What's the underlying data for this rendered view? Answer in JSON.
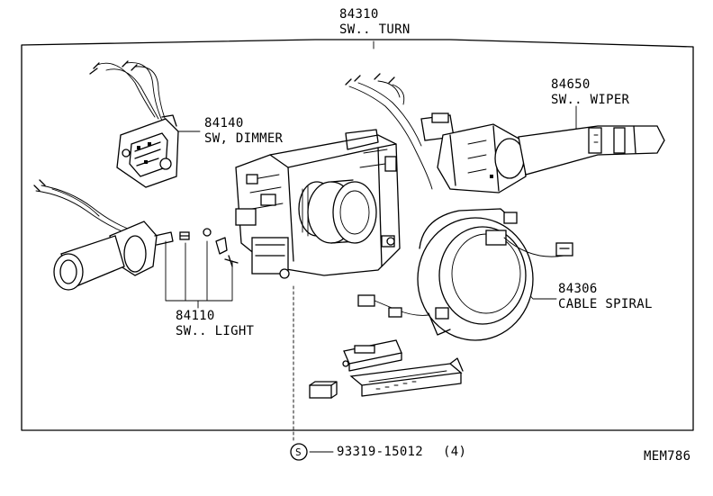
{
  "parts": {
    "turn": {
      "number": "84310",
      "name": "SW.. TURN"
    },
    "dimmer": {
      "number": "84140",
      "name": "SW, DIMMER"
    },
    "wiper": {
      "number": "84650",
      "name": "SW.. WIPER"
    },
    "light": {
      "number": "84110",
      "name": "SW.. LIGHT"
    },
    "cable": {
      "number": "84306",
      "name": "CABLE SPIRAL"
    },
    "screw": {
      "symbol": "S",
      "number": "93319-15012",
      "qty": "(4)"
    }
  },
  "diagram_code": "MEM786"
}
